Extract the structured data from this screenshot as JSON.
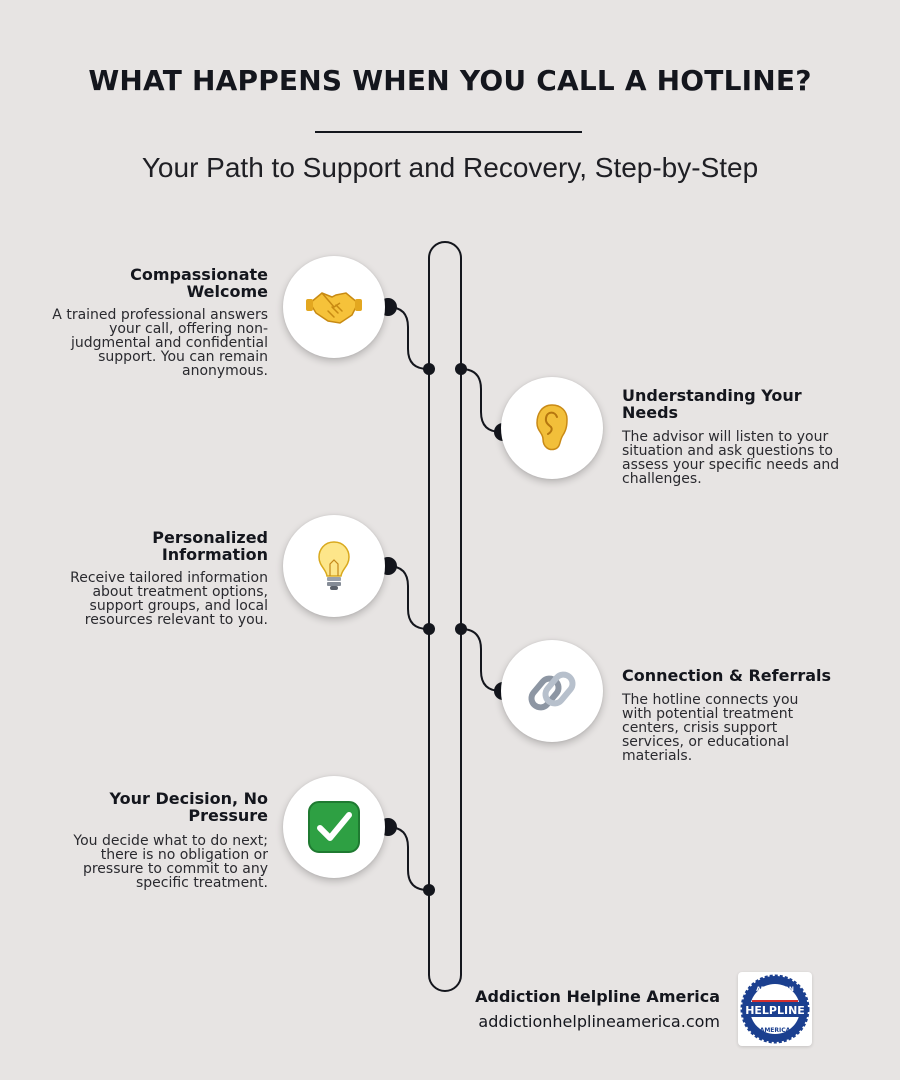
{
  "header": {
    "title": "WHAT HAPPENS WHEN YOU CALL A HOTLINE?",
    "subtitle": "Your Path to Support and Recovery, Step-by-Step"
  },
  "steps": [
    {
      "title": "Compassionate Welcome",
      "description": "A trained professional answers your call, offering non-judgmental and confidential support. You can remain anonymous.",
      "icon": "handshake-icon"
    },
    {
      "title": "Understanding Your Needs",
      "description": "The advisor will listen to your situation and ask questions to assess your specific needs and challenges.",
      "icon": "ear-icon"
    },
    {
      "title": "Personalized Information",
      "description": "Receive tailored information about treatment options, support groups, and local resources relevant to you.",
      "icon": "light-bulb-icon"
    },
    {
      "title": "Connection & Referrals",
      "description": "The hotline connects you with potential treatment centers, crisis support services, or educational materials.",
      "icon": "link-icon"
    },
    {
      "title": "Your Decision, No Pressure",
      "description": "You decide what to do next; there is no obligation or pressure to commit to any specific treatment.",
      "icon": "check-mark-icon"
    }
  ],
  "footer": {
    "brand_name": "Addiction Helpline America",
    "brand_url": "addictionhelplineamerica.com",
    "logo_text_top": "ADDICTION",
    "logo_text_main": "HELPLINE",
    "logo_text_bottom": "AMERICA"
  },
  "colors": {
    "background": "#e7e4e3",
    "line": "#14161d",
    "logo_blue": "#1b3f8f",
    "logo_red": "#d32f2f"
  }
}
